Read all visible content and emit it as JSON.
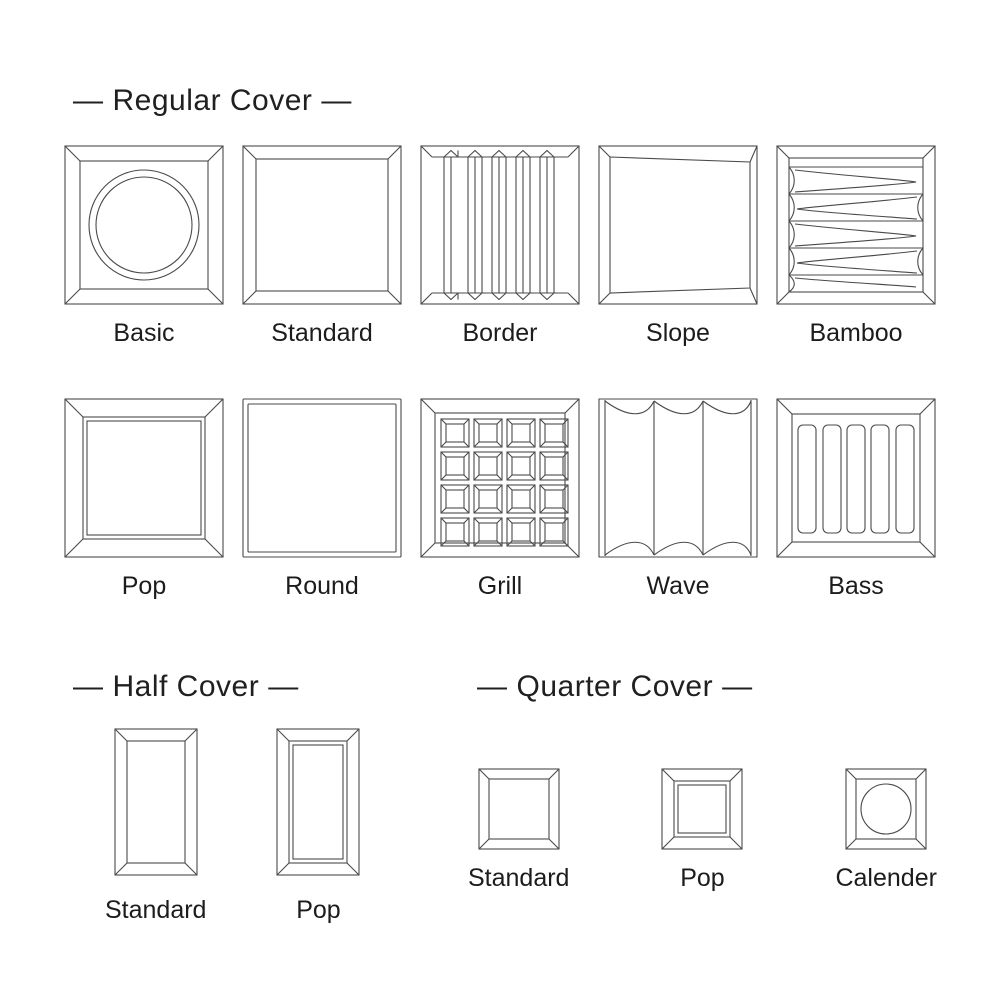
{
  "page": {
    "background": "#ffffff",
    "line_color": "#4a4a4a",
    "text_color": "#1c1c1c"
  },
  "sections": [
    {
      "id": "regular-cover",
      "heading": "Regular Cover",
      "dash_left": "—",
      "dash_right": "—",
      "rows": [
        {
          "items": [
            {
              "label": "Basic",
              "icon": "cover-basic-icon"
            },
            {
              "label": "Standard",
              "icon": "cover-standard-icon"
            },
            {
              "label": "Border",
              "icon": "cover-border-icon"
            },
            {
              "label": "Slope",
              "icon": "cover-slope-icon"
            },
            {
              "label": "Bamboo",
              "icon": "cover-bamboo-icon"
            }
          ]
        },
        {
          "items": [
            {
              "label": "Pop",
              "icon": "cover-pop-icon"
            },
            {
              "label": "Round",
              "icon": "cover-round-icon"
            },
            {
              "label": "Grill",
              "icon": "cover-grill-icon"
            },
            {
              "label": "Wave",
              "icon": "cover-wave-icon"
            },
            {
              "label": "Bass",
              "icon": "cover-bass-icon"
            }
          ]
        }
      ]
    },
    {
      "id": "half-cover",
      "heading": "Half Cover",
      "dash_left": "—",
      "dash_right": "—",
      "rows": [
        {
          "items": [
            {
              "label": "Standard",
              "icon": "half-standard-icon"
            },
            {
              "label": "Pop",
              "icon": "half-pop-icon"
            }
          ]
        }
      ]
    },
    {
      "id": "quarter-cover",
      "heading": "Quarter Cover",
      "dash_left": "—",
      "dash_right": "—",
      "rows": [
        {
          "items": [
            {
              "label": "Standard",
              "icon": "quarter-standard-icon"
            },
            {
              "label": "Pop",
              "icon": "quarter-pop-icon"
            },
            {
              "label": "Calender",
              "icon": "quarter-calender-icon"
            }
          ]
        }
      ]
    }
  ]
}
